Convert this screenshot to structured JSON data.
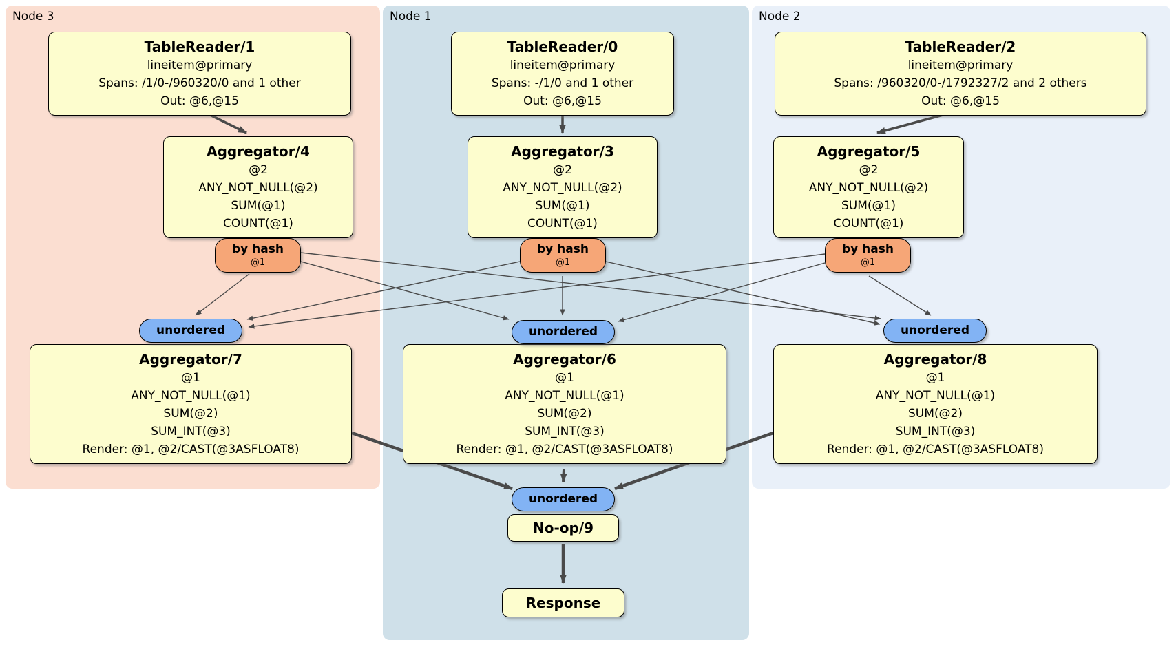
{
  "regions": {
    "node3": {
      "label": "Node 3"
    },
    "node1": {
      "label": "Node 1"
    },
    "node2": {
      "label": "Node 2"
    }
  },
  "processors": {
    "tr1": {
      "title": "TableReader/1",
      "table": "lineitem@primary",
      "spans": "Spans: /1/0-/960320/0 and 1 other",
      "out": "Out: @6,@15"
    },
    "tr0": {
      "title": "TableReader/0",
      "table": "lineitem@primary",
      "spans": "Spans: -/1/0 and 1 other",
      "out": "Out: @6,@15"
    },
    "tr2": {
      "title": "TableReader/2",
      "table": "lineitem@primary",
      "spans": "Spans: /960320/0-/1792327/2 and 2 others",
      "out": "Out: @6,@15"
    },
    "agg4": {
      "title": "Aggregator/4",
      "group": "@2",
      "fn1": "ANY_NOT_NULL(@2)",
      "fn2": "SUM(@1)",
      "fn3": "COUNT(@1)"
    },
    "agg3": {
      "title": "Aggregator/3",
      "group": "@2",
      "fn1": "ANY_NOT_NULL(@2)",
      "fn2": "SUM(@1)",
      "fn3": "COUNT(@1)"
    },
    "agg5": {
      "title": "Aggregator/5",
      "group": "@2",
      "fn1": "ANY_NOT_NULL(@2)",
      "fn2": "SUM(@1)",
      "fn3": "COUNT(@1)"
    },
    "agg7": {
      "title": "Aggregator/7",
      "group": "@1",
      "fn1": "ANY_NOT_NULL(@1)",
      "fn2": "SUM(@2)",
      "fn3": "SUM_INT(@3)",
      "render": "Render: @1, @2/CAST(@3ASFLOAT8)"
    },
    "agg6": {
      "title": "Aggregator/6",
      "group": "@1",
      "fn1": "ANY_NOT_NULL(@1)",
      "fn2": "SUM(@2)",
      "fn3": "SUM_INT(@3)",
      "render": "Render: @1, @2/CAST(@3ASFLOAT8)"
    },
    "agg8": {
      "title": "Aggregator/8",
      "group": "@1",
      "fn1": "ANY_NOT_NULL(@1)",
      "fn2": "SUM(@2)",
      "fn3": "SUM_INT(@3)",
      "render": "Render: @1, @2/CAST(@3ASFLOAT8)"
    },
    "noop": {
      "title": "No-op/9"
    },
    "response": {
      "title": "Response"
    }
  },
  "routers": {
    "byhash4": {
      "label": "by hash",
      "key": "@1"
    },
    "byhash3": {
      "label": "by hash",
      "key": "@1"
    },
    "byhash5": {
      "label": "by hash",
      "key": "@1"
    }
  },
  "syncs": {
    "left": {
      "label": "unordered"
    },
    "mid": {
      "label": "unordered"
    },
    "right": {
      "label": "unordered"
    },
    "final": {
      "label": "unordered"
    }
  },
  "colors": {
    "node3_bg": "#fbded1",
    "node1_bg": "#cfe0e9",
    "node2_bg": "#e9f0f9",
    "box_bg": "#fdfdce",
    "router_bg": "#f6a677",
    "sync_bg": "#82b3f4",
    "edge": "#4a4a4a",
    "border": "#000000"
  }
}
